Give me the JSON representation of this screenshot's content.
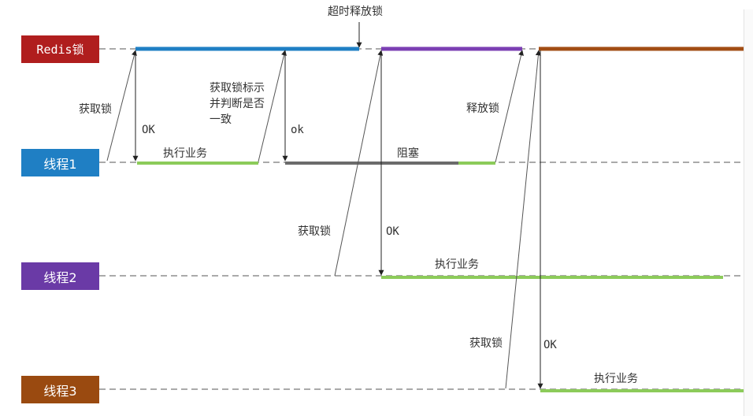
{
  "lanes": {
    "redis": {
      "label": "Redis锁",
      "color": "#b01e1e"
    },
    "thread1": {
      "label": "线程1",
      "color": "#1f7fc4"
    },
    "thread2": {
      "label": "线程2",
      "color": "#6a3aa6"
    },
    "thread3": {
      "label": "线程3",
      "color": "#9a4a10"
    }
  },
  "annotations": {
    "timeout_release": "超时释放锁",
    "t1_acquire": "获取锁",
    "t1_ok": "OK",
    "t1_execute": "执行业务",
    "t1_check_line1": "获取锁标示",
    "t1_check_line2": "并判断是否",
    "t1_check_line3": "一致",
    "t1_check_ok": "ok",
    "t1_blocked": "阻塞",
    "t1_release": "释放锁",
    "t2_acquire": "获取锁",
    "t2_ok": "OK",
    "t2_execute": "执行业务",
    "t3_acquire": "获取锁",
    "t3_ok": "OK",
    "t3_execute": "执行业务"
  },
  "colors": {
    "blue": "#1f7fc4",
    "purple": "#7b3fb3",
    "brown": "#a24d14",
    "green": "#8ccb5a",
    "gray": "#6b6b6b",
    "dash": "#555555"
  }
}
